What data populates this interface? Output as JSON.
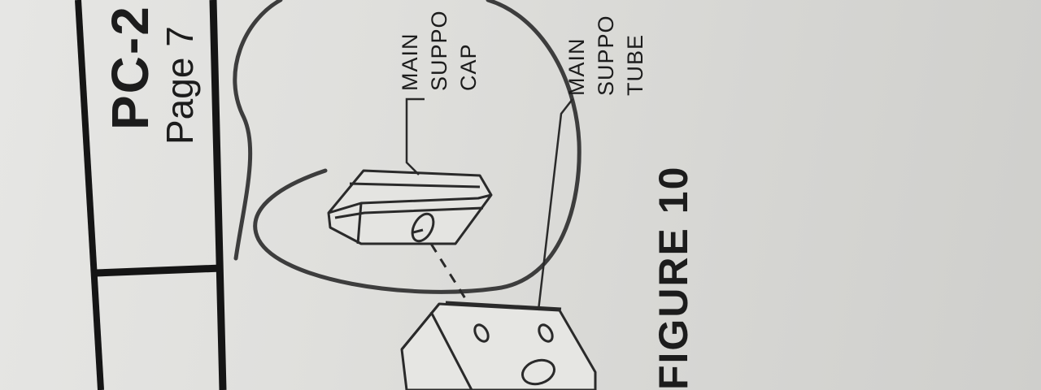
{
  "title_block": {
    "code": "PC-2",
    "page": "Page 7"
  },
  "callouts": {
    "cap": [
      "MAIN",
      "SUPPO",
      "CAP"
    ],
    "tube": [
      "MAIN",
      "SUPPO",
      "TUBE"
    ]
  },
  "figure": {
    "label": "FIGURE 10"
  }
}
